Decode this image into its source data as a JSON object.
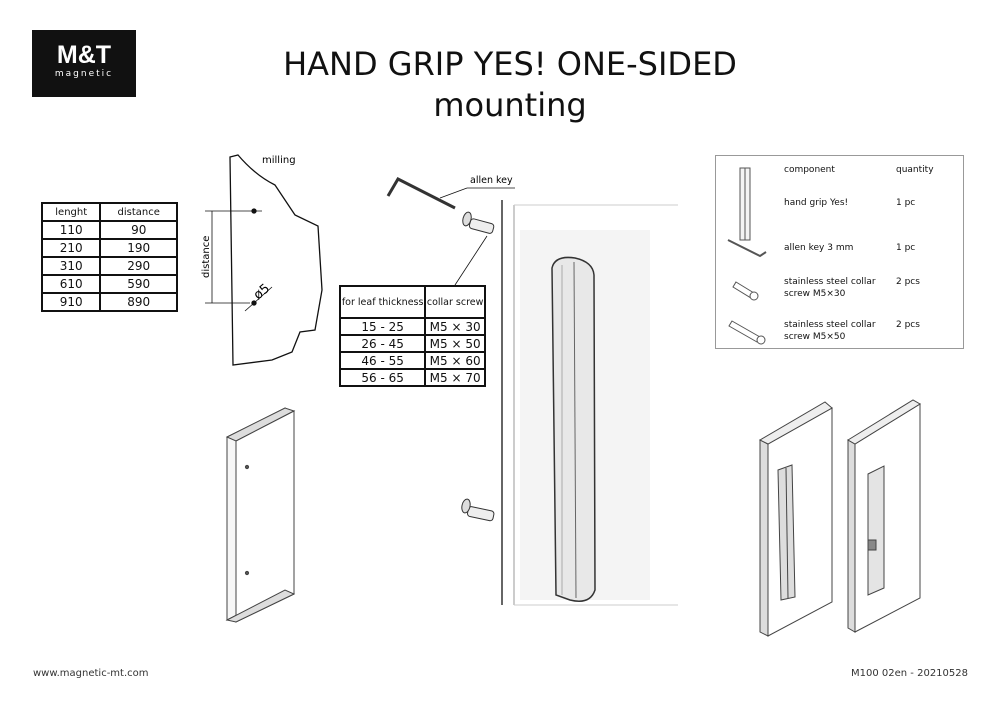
{
  "logo": {
    "brand": "M&T",
    "sub": "magnetic"
  },
  "title": {
    "line1": "HAND GRIP YES! ONE-SIDED",
    "line2": "mounting"
  },
  "length_table": {
    "headers": [
      "lenght",
      "distance"
    ],
    "rows": [
      [
        "110",
        "90"
      ],
      [
        "210",
        "190"
      ],
      [
        "310",
        "290"
      ],
      [
        "610",
        "590"
      ],
      [
        "910",
        "890"
      ]
    ]
  },
  "milling": {
    "label": "milling",
    "dim_label": "distance",
    "hole_label": "ø5"
  },
  "allen_key_label": "allen key",
  "screw_table": {
    "headers": [
      "for leaf thickness",
      "collar screw"
    ],
    "rows": [
      [
        "15 - 25",
        "M5 × 30"
      ],
      [
        "26 - 45",
        "M5 × 50"
      ],
      [
        "46 - 55",
        "M5 × 60"
      ],
      [
        "56 - 65",
        "M5 × 70"
      ]
    ]
  },
  "components": {
    "headers": [
      "component",
      "quantity"
    ],
    "items": [
      {
        "name": "hand grip Yes!",
        "qty": "1 pc"
      },
      {
        "name": "allen key 3 mm",
        "qty": "1 pc"
      },
      {
        "name": "stainless steel collar screw M5×30",
        "qty": "2 pcs"
      },
      {
        "name": "stainless steel collar screw M5×50",
        "qty": "2 pcs"
      }
    ]
  },
  "footer": {
    "website": "www.magnetic-mt.com",
    "code": "M100 02en - 20210528"
  }
}
